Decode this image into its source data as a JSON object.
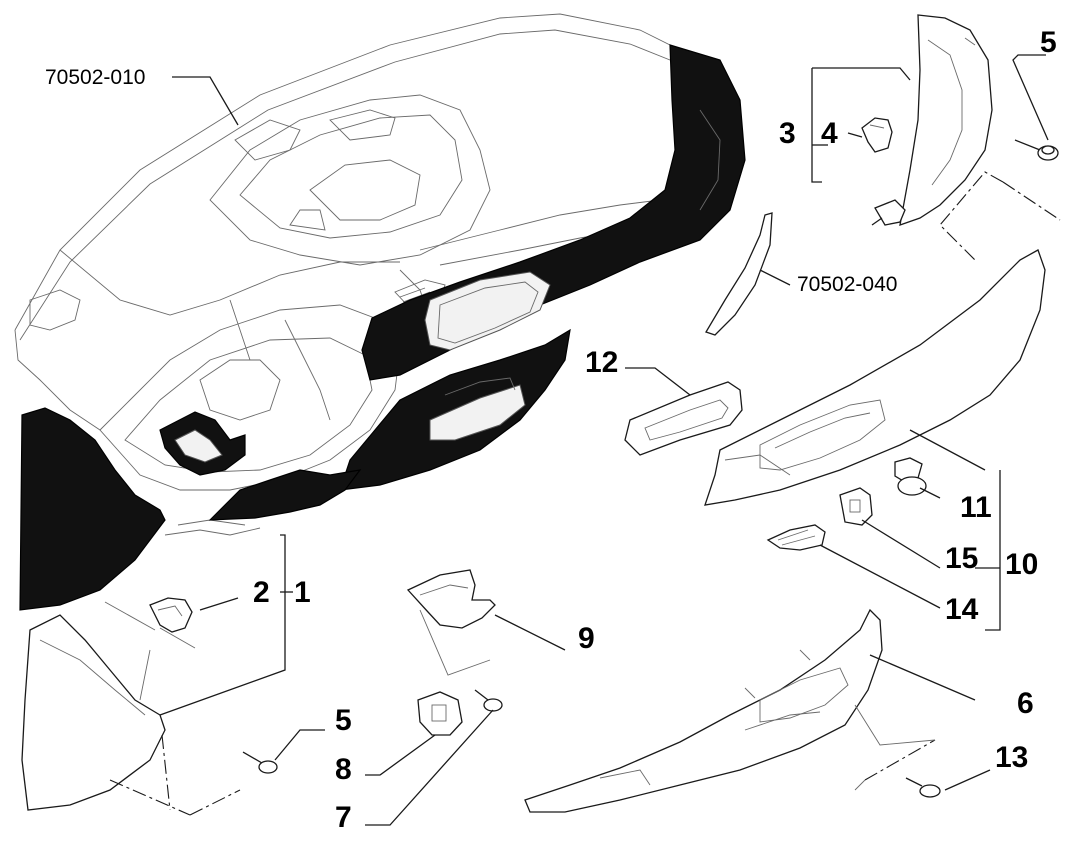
{
  "labels": {
    "n1": "1",
    "n2": "2",
    "n3": "3",
    "n4": "4",
    "n5_top": "5",
    "n5_bottom": "5",
    "n6": "6",
    "n7": "7",
    "n8": "8",
    "n9": "9",
    "n10": "10",
    "n11": "11",
    "n12": "12",
    "n13": "13",
    "n14": "14",
    "n15": "15",
    "ref_dashboard": "70502-010",
    "ref_trim": "70502-040"
  }
}
